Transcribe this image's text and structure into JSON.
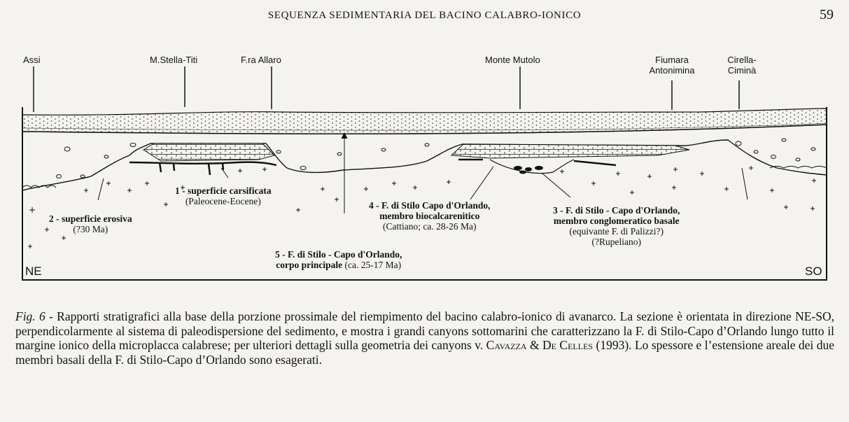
{
  "header": {
    "running_title": "SEQUENZA SEDIMENTARIA DEL BACINO CALABRO-IONICO",
    "page_number": "59"
  },
  "figure": {
    "locations": {
      "assi": "Assi",
      "stella": "M.Stella-Titi",
      "allaro": "F.ra Allaro",
      "mutolo": "Monte Mutolo",
      "antonimina_1": "Fiumara",
      "antonimina_2": "Antonimina",
      "cirella_1": "Cirella-",
      "cirella_2": "Ciminà"
    },
    "orientation": {
      "left": "NE",
      "right": "SO"
    },
    "units": {
      "u1_title": "1 - superficie carsificata",
      "u1_age": "(Paleocene-Eocene)",
      "u2_title": "2 - superficie erosiva",
      "u2_age": "(?30 Ma)",
      "u3_title_1": "3 - F. di Stilo - Capo d'Orlando,",
      "u3_title_2": "membro conglomeratico basale",
      "u3_note": "(equivante F. di Palizzi?)",
      "u3_age": "(?Rupeliano)",
      "u4_title_1": "4 - F. di Stilo Capo d'Orlando,",
      "u4_title_2": "membro biocalcarenitico",
      "u4_age": "(Cattiano; ca. 28-26 Ma)",
      "u5_title_1": "5 - F. di Stilo - Capo d'Orlando,",
      "u5_title_2": "corpo principale",
      "u5_age": "(ca. 25-17 Ma)"
    }
  },
  "caption": {
    "label": "Fig. 6",
    "part1": " - Rapporti stratigrafici alla base della porzione prossimale del riempimento del bacino calabro-ionico di avanarco. La sezione è orientata in direzione NE-SO, perpendicolarmente al sistema di paleodispersione del sedimento, e mostra i grandi canyons sottomarini che caratterizzano la F. di Stilo-Capo d’Orlando lungo tutto il margine ionico della microplacca calabrese; per ulteriori dettagli sulla geometria dei canyons v. ",
    "ref_authors": "Cavazza & De Celles",
    "part2": " (1993). Lo spessore e l’estensione areale dei due membri basali della F. di Stilo-Capo d’Orlando sono esagerati."
  }
}
